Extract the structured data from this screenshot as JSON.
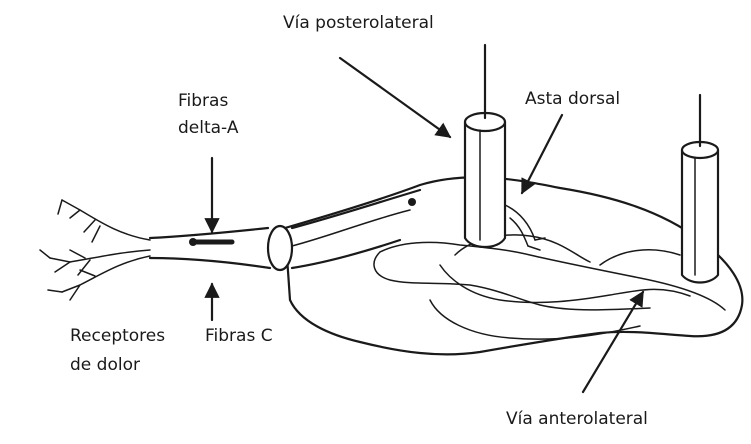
{
  "labels": {
    "via_posterolateral": "Vía posterolateral",
    "asta_dorsal": "Asta dorsal",
    "fibras_delta_line1": "Fibras",
    "fibras_delta_line2": "delta-A",
    "receptores_line1": "Receptores",
    "receptores_line2": "de dolor",
    "fibras_c": "Fibras C",
    "via_anterolateral": "Vía anterolateral"
  },
  "colors": {
    "ink": "#1a1a1a",
    "background": "#ffffff"
  }
}
